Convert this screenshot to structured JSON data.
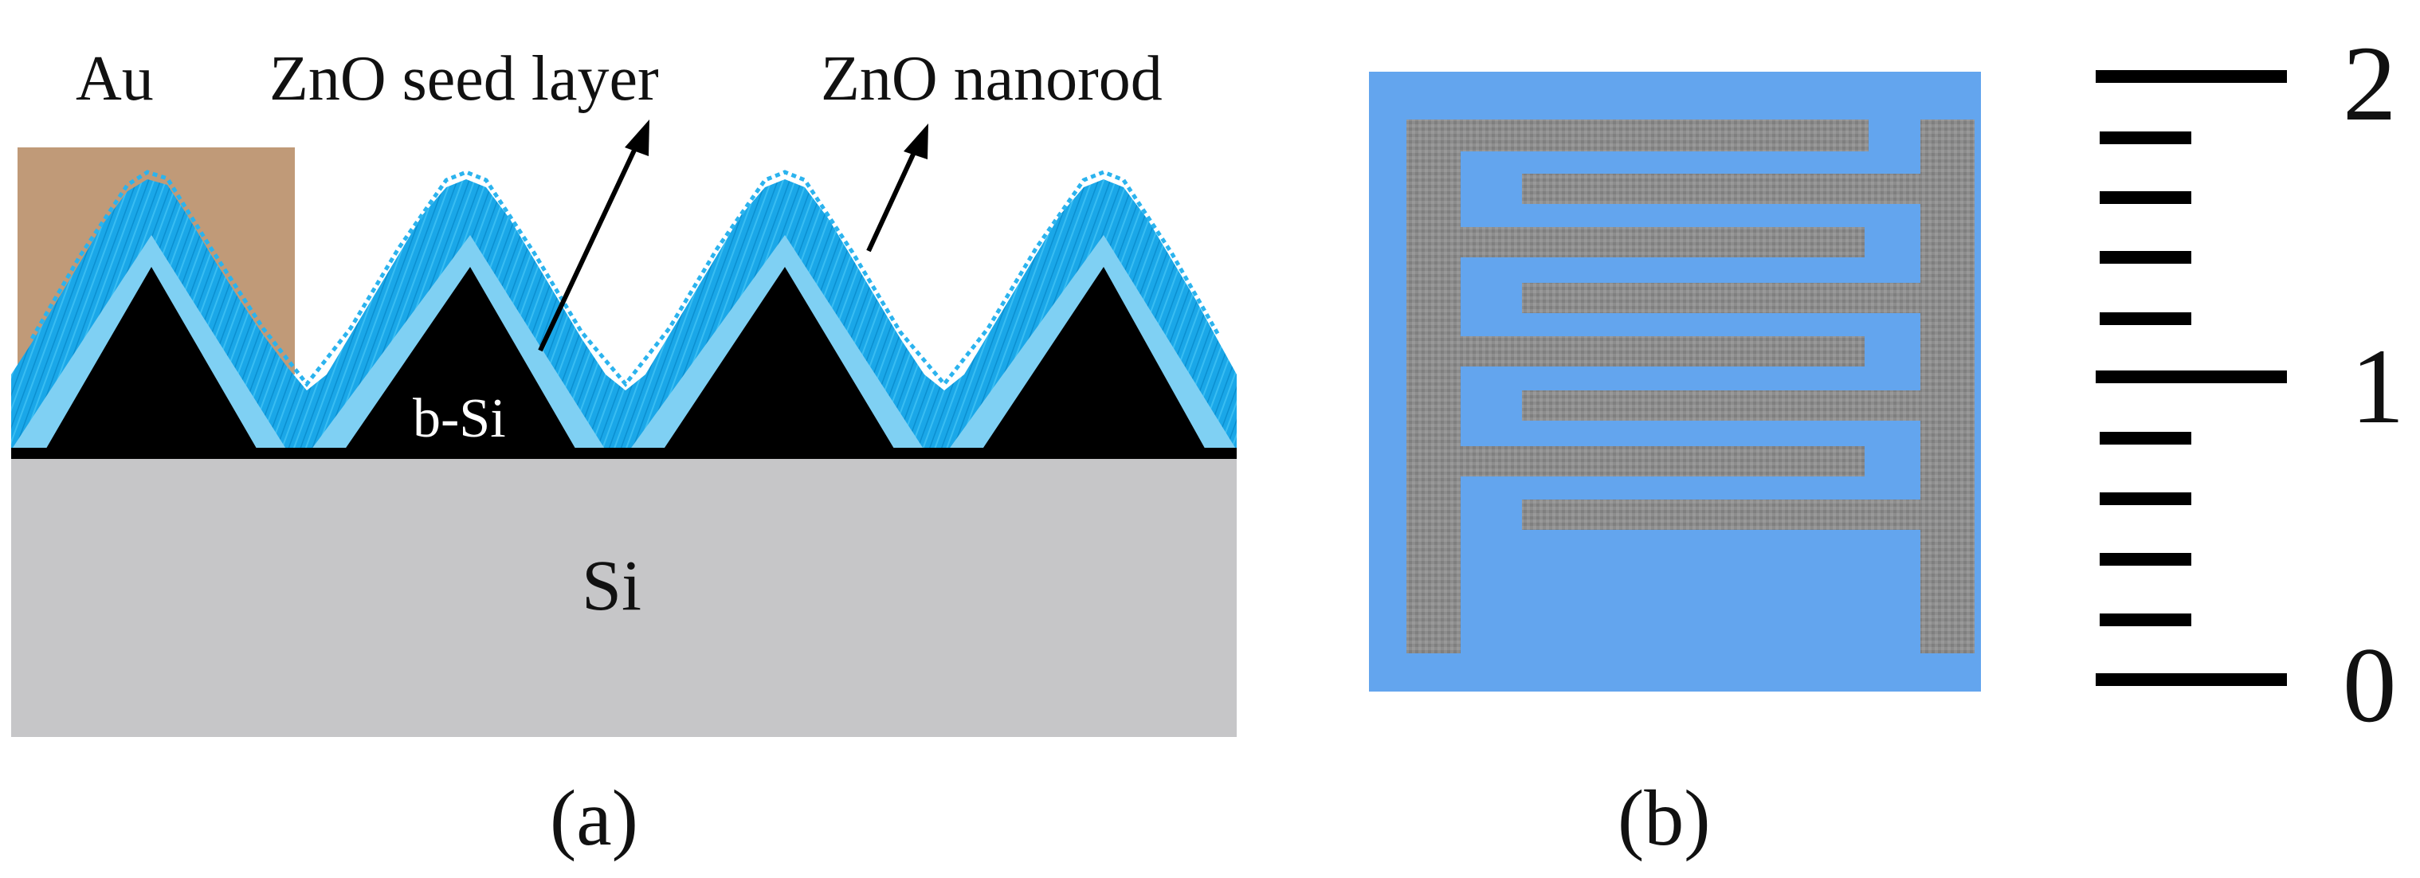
{
  "panel_a": {
    "labels": {
      "au": "Au",
      "seed_layer": "ZnO seed layer",
      "nanorod": "ZnO nanorod",
      "bsi": "b-Si",
      "si": "Si"
    },
    "caption": "(a)"
  },
  "panel_b": {
    "scale_ticks": [
      "2",
      "1",
      "0"
    ],
    "caption": "(b)"
  },
  "colors": {
    "au": "#c09a78",
    "nanorod_blue": "#1aa7e8",
    "seed_light_blue": "#7fd0f3",
    "bsi_black": "#000000",
    "substrate_gray": "#c6c6c8",
    "electrode_bg_blue": "#63a5ee",
    "electrode_gray": "#8a8a8a"
  }
}
